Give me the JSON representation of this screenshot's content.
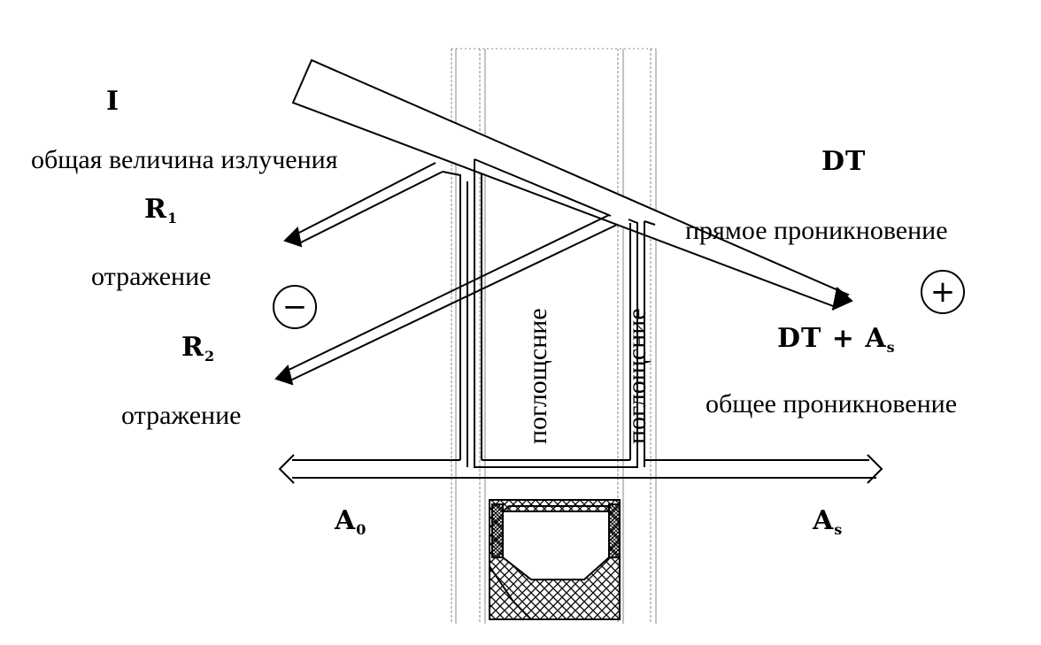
{
  "labels": {
    "incident_symbol": "I",
    "incident_text": "общая величина излучения",
    "r1_symbol": "R",
    "r1_sub": "1",
    "r1_text": "отражение",
    "r2_symbol": "R",
    "r2_sub": "2",
    "r2_text": "отражение",
    "dt_symbol": "DT",
    "dt_text": "прямое проникновение",
    "total_symbol": "DT + A",
    "total_sub": "s",
    "total_text": "общее проникновение",
    "absorption_1": "поглощсние",
    "absorption_2": "поглощсние",
    "a0_symbol": "A",
    "a0_sub": "0",
    "as_symbol": "A",
    "as_sub": "s",
    "minus": "−",
    "plus": "+"
  }
}
